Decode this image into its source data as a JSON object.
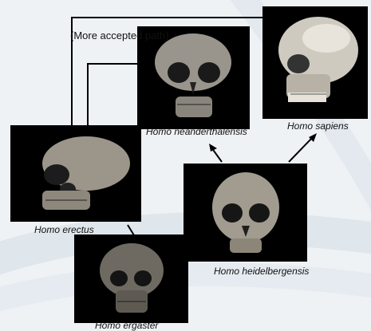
{
  "annotation": "(More accepted path)",
  "specimens": {
    "neanderthalensis": "Homo neanderthalensis",
    "sapiens": "Homo sapiens",
    "erectus": "Homo erectus",
    "heidelbergensis": "Homo heidelbergensis",
    "ergaster": "Homo ergaster"
  },
  "colors": {
    "background": "#eef2f5",
    "photo_background": "#000000",
    "lines": "#000000"
  }
}
